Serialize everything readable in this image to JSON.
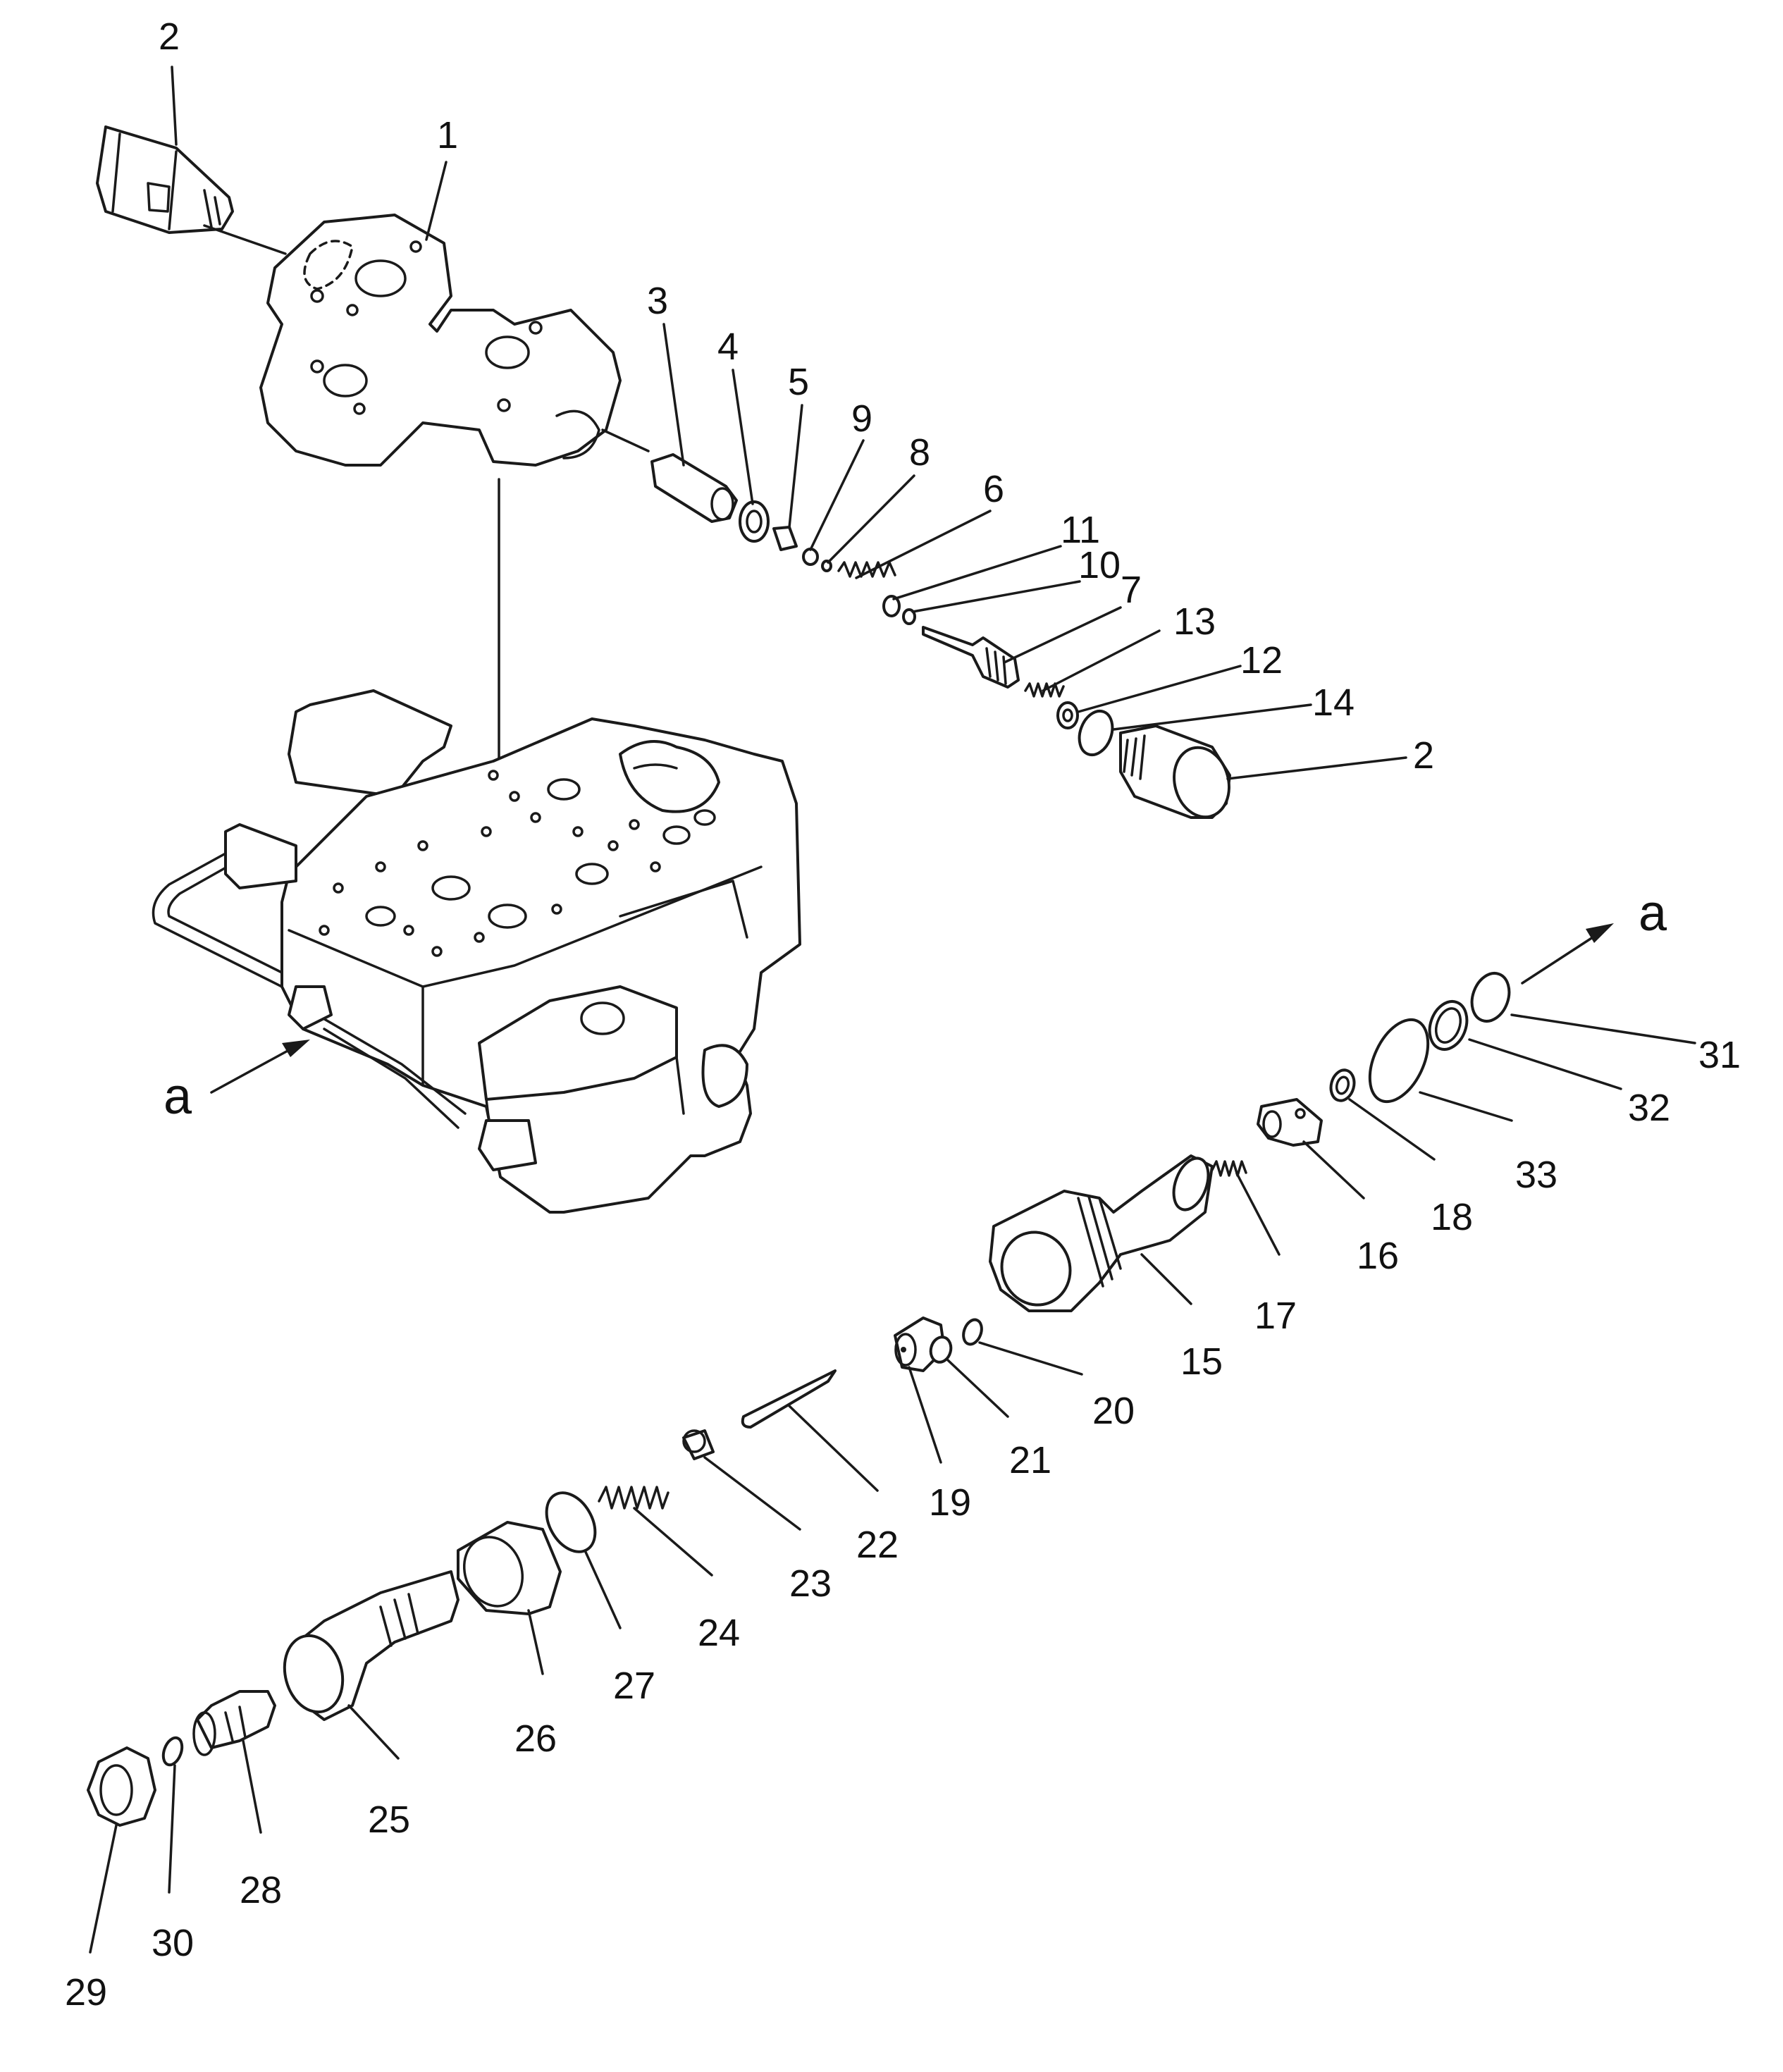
{
  "labels": [
    {
      "id": "1",
      "text": "1"
    },
    {
      "id": "2a",
      "text": "2"
    },
    {
      "id": "2b",
      "text": "2"
    },
    {
      "id": "3",
      "text": "3"
    },
    {
      "id": "4",
      "text": "4"
    },
    {
      "id": "5",
      "text": "5"
    },
    {
      "id": "6",
      "text": "6"
    },
    {
      "id": "7",
      "text": "7"
    },
    {
      "id": "8",
      "text": "8"
    },
    {
      "id": "9",
      "text": "9"
    },
    {
      "id": "10",
      "text": "10"
    },
    {
      "id": "11",
      "text": "11"
    },
    {
      "id": "12",
      "text": "12"
    },
    {
      "id": "13",
      "text": "13"
    },
    {
      "id": "14",
      "text": "14"
    },
    {
      "id": "15",
      "text": "15"
    },
    {
      "id": "16",
      "text": "16"
    },
    {
      "id": "17",
      "text": "17"
    },
    {
      "id": "18",
      "text": "18"
    },
    {
      "id": "19",
      "text": "19"
    },
    {
      "id": "20",
      "text": "20"
    },
    {
      "id": "21",
      "text": "21"
    },
    {
      "id": "22",
      "text": "22"
    },
    {
      "id": "23",
      "text": "23"
    },
    {
      "id": "24",
      "text": "24"
    },
    {
      "id": "25",
      "text": "25"
    },
    {
      "id": "26",
      "text": "26"
    },
    {
      "id": "27",
      "text": "27"
    },
    {
      "id": "28",
      "text": "28"
    },
    {
      "id": "29",
      "text": "29"
    },
    {
      "id": "30",
      "text": "30"
    },
    {
      "id": "31",
      "text": "31"
    },
    {
      "id": "32",
      "text": "32"
    },
    {
      "id": "33",
      "text": "33"
    }
  ],
  "refs": {
    "a_left": "a",
    "a_right": "a"
  }
}
